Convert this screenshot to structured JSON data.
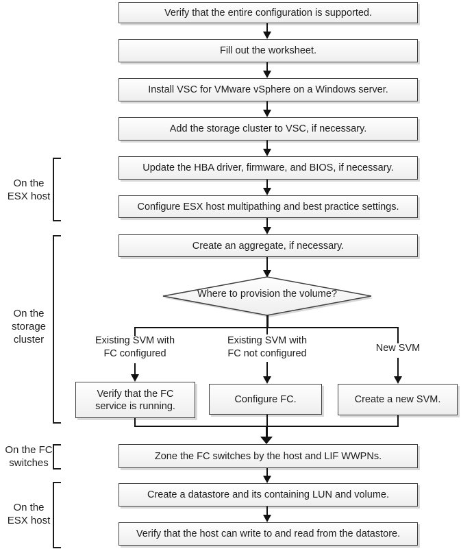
{
  "flowchart": {
    "steps": [
      {
        "label": "Verify that the entire configuration is supported."
      },
      {
        "label": "Fill out the worksheet."
      },
      {
        "label": "Install VSC for VMware vSphere on a Windows server."
      },
      {
        "label": "Add the storage cluster to VSC, if necessary."
      },
      {
        "label": "Update the HBA driver, firmware, and BIOS, if necessary."
      },
      {
        "label": "Configure ESX host multipathing and best practice settings."
      },
      {
        "label": "Create an aggregate, if necessary."
      }
    ],
    "decision": "Where to provision the volume?",
    "branches": [
      {
        "condition": "Existing SVM with\nFC configured",
        "action": "Verify that the FC\nservice is running."
      },
      {
        "condition": "Existing SVM with\nFC not configured",
        "action": "Configure FC."
      },
      {
        "condition": "New SVM",
        "action": "Create a new SVM."
      }
    ],
    "final_steps": [
      {
        "label": "Zone the FC switches by the host and LIF WWPNs."
      },
      {
        "label": "Create a datastore and its containing LUN and volume."
      },
      {
        "label": "Verify that the host can write to and read from the datastore."
      }
    ],
    "side_labels": [
      {
        "label": "On the\nESX host"
      },
      {
        "label": "On the\nstorage\ncluster"
      },
      {
        "label": "On the FC\nswitches"
      },
      {
        "label": "On the\nESX host"
      }
    ],
    "colors": {
      "box_border": "#3f3f3f",
      "box_fill_top": "#fefefe",
      "box_fill_bottom": "#eeeeee",
      "box_shadow": "#d9d9d9",
      "connector_line": "#111111",
      "text": "#1c1c1c"
    }
  }
}
